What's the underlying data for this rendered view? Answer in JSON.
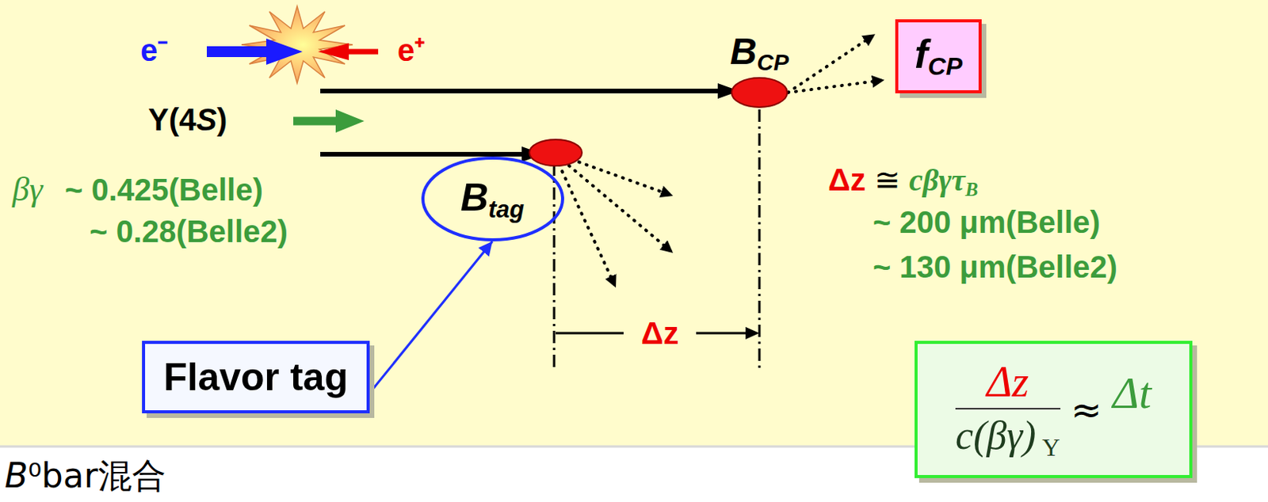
{
  "diagram": {
    "nodes": [
      {
        "text": [
          "BCP"
        ]
      },
      {
        "text": [
          "fCP"
        ]
      },
      {
        "text": [
          "Btag"
        ]
      },
      {
        "text": [
          "Flavor tag"
        ]
      },
      {
        "text": [
          "Δz",
          "c(βγ)Υ",
          "≈",
          "Δt"
        ]
      }
    ],
    "edges": [
      {
        "from": 0,
        "to": 1,
        "arrow": "to"
      },
      {
        "from": 0,
        "to": 1,
        "arrow": "to"
      },
      {
        "from": 3,
        "to": 2,
        "arrow": "to"
      }
    ],
    "labels": [
      "e⁻",
      "e⁺",
      "Υ(4S)",
      "βγ ~ 0.425(Belle)",
      "~ 0.28(Belle2)",
      "Δz",
      "Δz ≅ cβγτB",
      "~ 200 μm(Belle)",
      "~ 130 μm(Belle2)",
      "B⁰bar混合"
    ]
  }
}
